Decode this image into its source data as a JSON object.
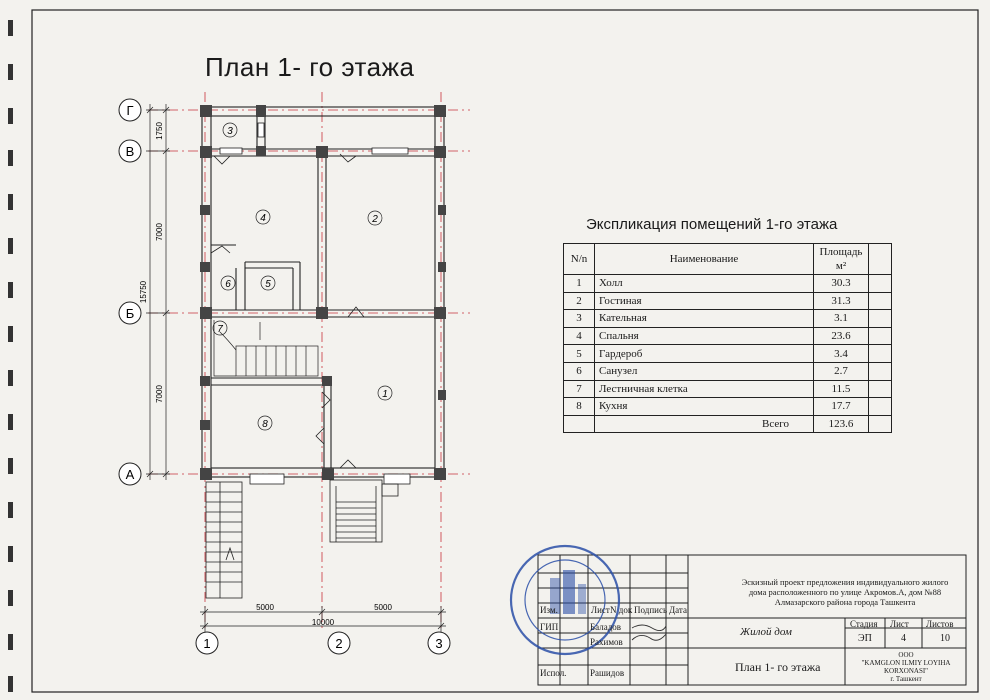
{
  "page": {
    "title": "План 1- го этажа"
  },
  "axes": {
    "rows": [
      "Г",
      "В",
      "Б",
      "А"
    ],
    "cols": [
      "1",
      "2",
      "3"
    ]
  },
  "dimensions": {
    "left_segments": [
      "1750",
      "7000",
      "7000"
    ],
    "left_total": "15750",
    "bottom_segments": [
      "5000",
      "5000"
    ],
    "bottom_total": "10000"
  },
  "rooms_on_plan": [
    "1",
    "2",
    "3",
    "4",
    "5",
    "6",
    "7",
    "8"
  ],
  "explication": {
    "title": "Экспликация помещений 1-го этажа",
    "headers": {
      "num": "N/n",
      "name": "Наименование",
      "area": "Площадь м²"
    },
    "rows": [
      {
        "num": "1",
        "name": "Холл",
        "area": "30.3"
      },
      {
        "num": "2",
        "name": "Гостиная",
        "area": "31.3"
      },
      {
        "num": "3",
        "name": "Кательная",
        "area": "3.1"
      },
      {
        "num": "4",
        "name": "Спальня",
        "area": "23.6"
      },
      {
        "num": "5",
        "name": "Гардероб",
        "area": "3.4"
      },
      {
        "num": "6",
        "name": "Санузел",
        "area": "2.7"
      },
      {
        "num": "7",
        "name": "Лестничная клетка",
        "area": "11.5"
      },
      {
        "num": "8",
        "name": "Кухня",
        "area": "17.7"
      }
    ],
    "total_label": "Всего",
    "total_value": "123.6"
  },
  "title_block": {
    "project_line1": "Эскизный проект предложения индивидуального жилого",
    "project_line2": "дома расположенного по улице Акромов.А, дом №88",
    "project_line3": "Алмазарского района города Ташкента",
    "col_izm": "Изм.",
    "col_list": "Лист",
    "col_ndok": "N док",
    "col_podpis": "Подпись",
    "col_data": "Дата",
    "gip_label": "ГИП",
    "gip_name": "Баладов",
    "prov_name": "Рахимов",
    "ispol_label": "Испол.",
    "ispol_name": "Рашидов",
    "object_name": "Жилой дом",
    "stadiya_label": "Стадия",
    "list_label": "Лист",
    "listov_label": "Листов",
    "stadiya_value": "ЭП",
    "list_value": "4",
    "listov_value": "10",
    "drawing_name": "План 1- го этажа",
    "org_line1": "ООО",
    "org_line2": "\"KAMGLON ILMIY LOYIHA",
    "org_line3": "KORXONASI\"",
    "org_line4": "г. Ташкент"
  },
  "colors": {
    "stamp_blue": "#2b4fa8",
    "axis_red": "#c8323c",
    "line": "#1a1a1a"
  }
}
